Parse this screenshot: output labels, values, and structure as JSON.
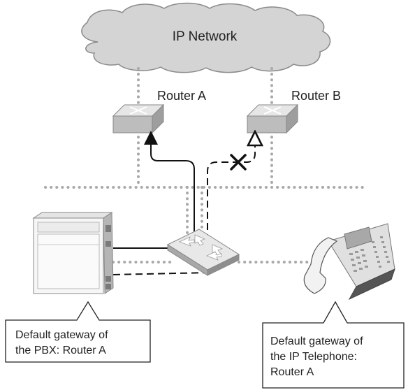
{
  "network": {
    "label": "IP Network"
  },
  "routers": {
    "a": {
      "label": "Router A"
    },
    "b": {
      "label": "Router B"
    }
  },
  "callouts": {
    "pbx": {
      "line1": "Default gateway of",
      "line2": "the PBX: Router A"
    },
    "phone": {
      "line1": "Default gateway of",
      "line2": "the IP Telephone:",
      "line3": "Router A"
    }
  },
  "colors": {
    "cloud": "#d4d4d4",
    "router": "#bdbdbd",
    "dotted_lan": "#a9a9a9",
    "path": "#111111"
  },
  "icons": {
    "blocked": "x-mark-icon",
    "router": "router-icon",
    "switch": "switch-icon",
    "pbx": "pbx-icon",
    "phone": "ip-telephone-icon"
  }
}
